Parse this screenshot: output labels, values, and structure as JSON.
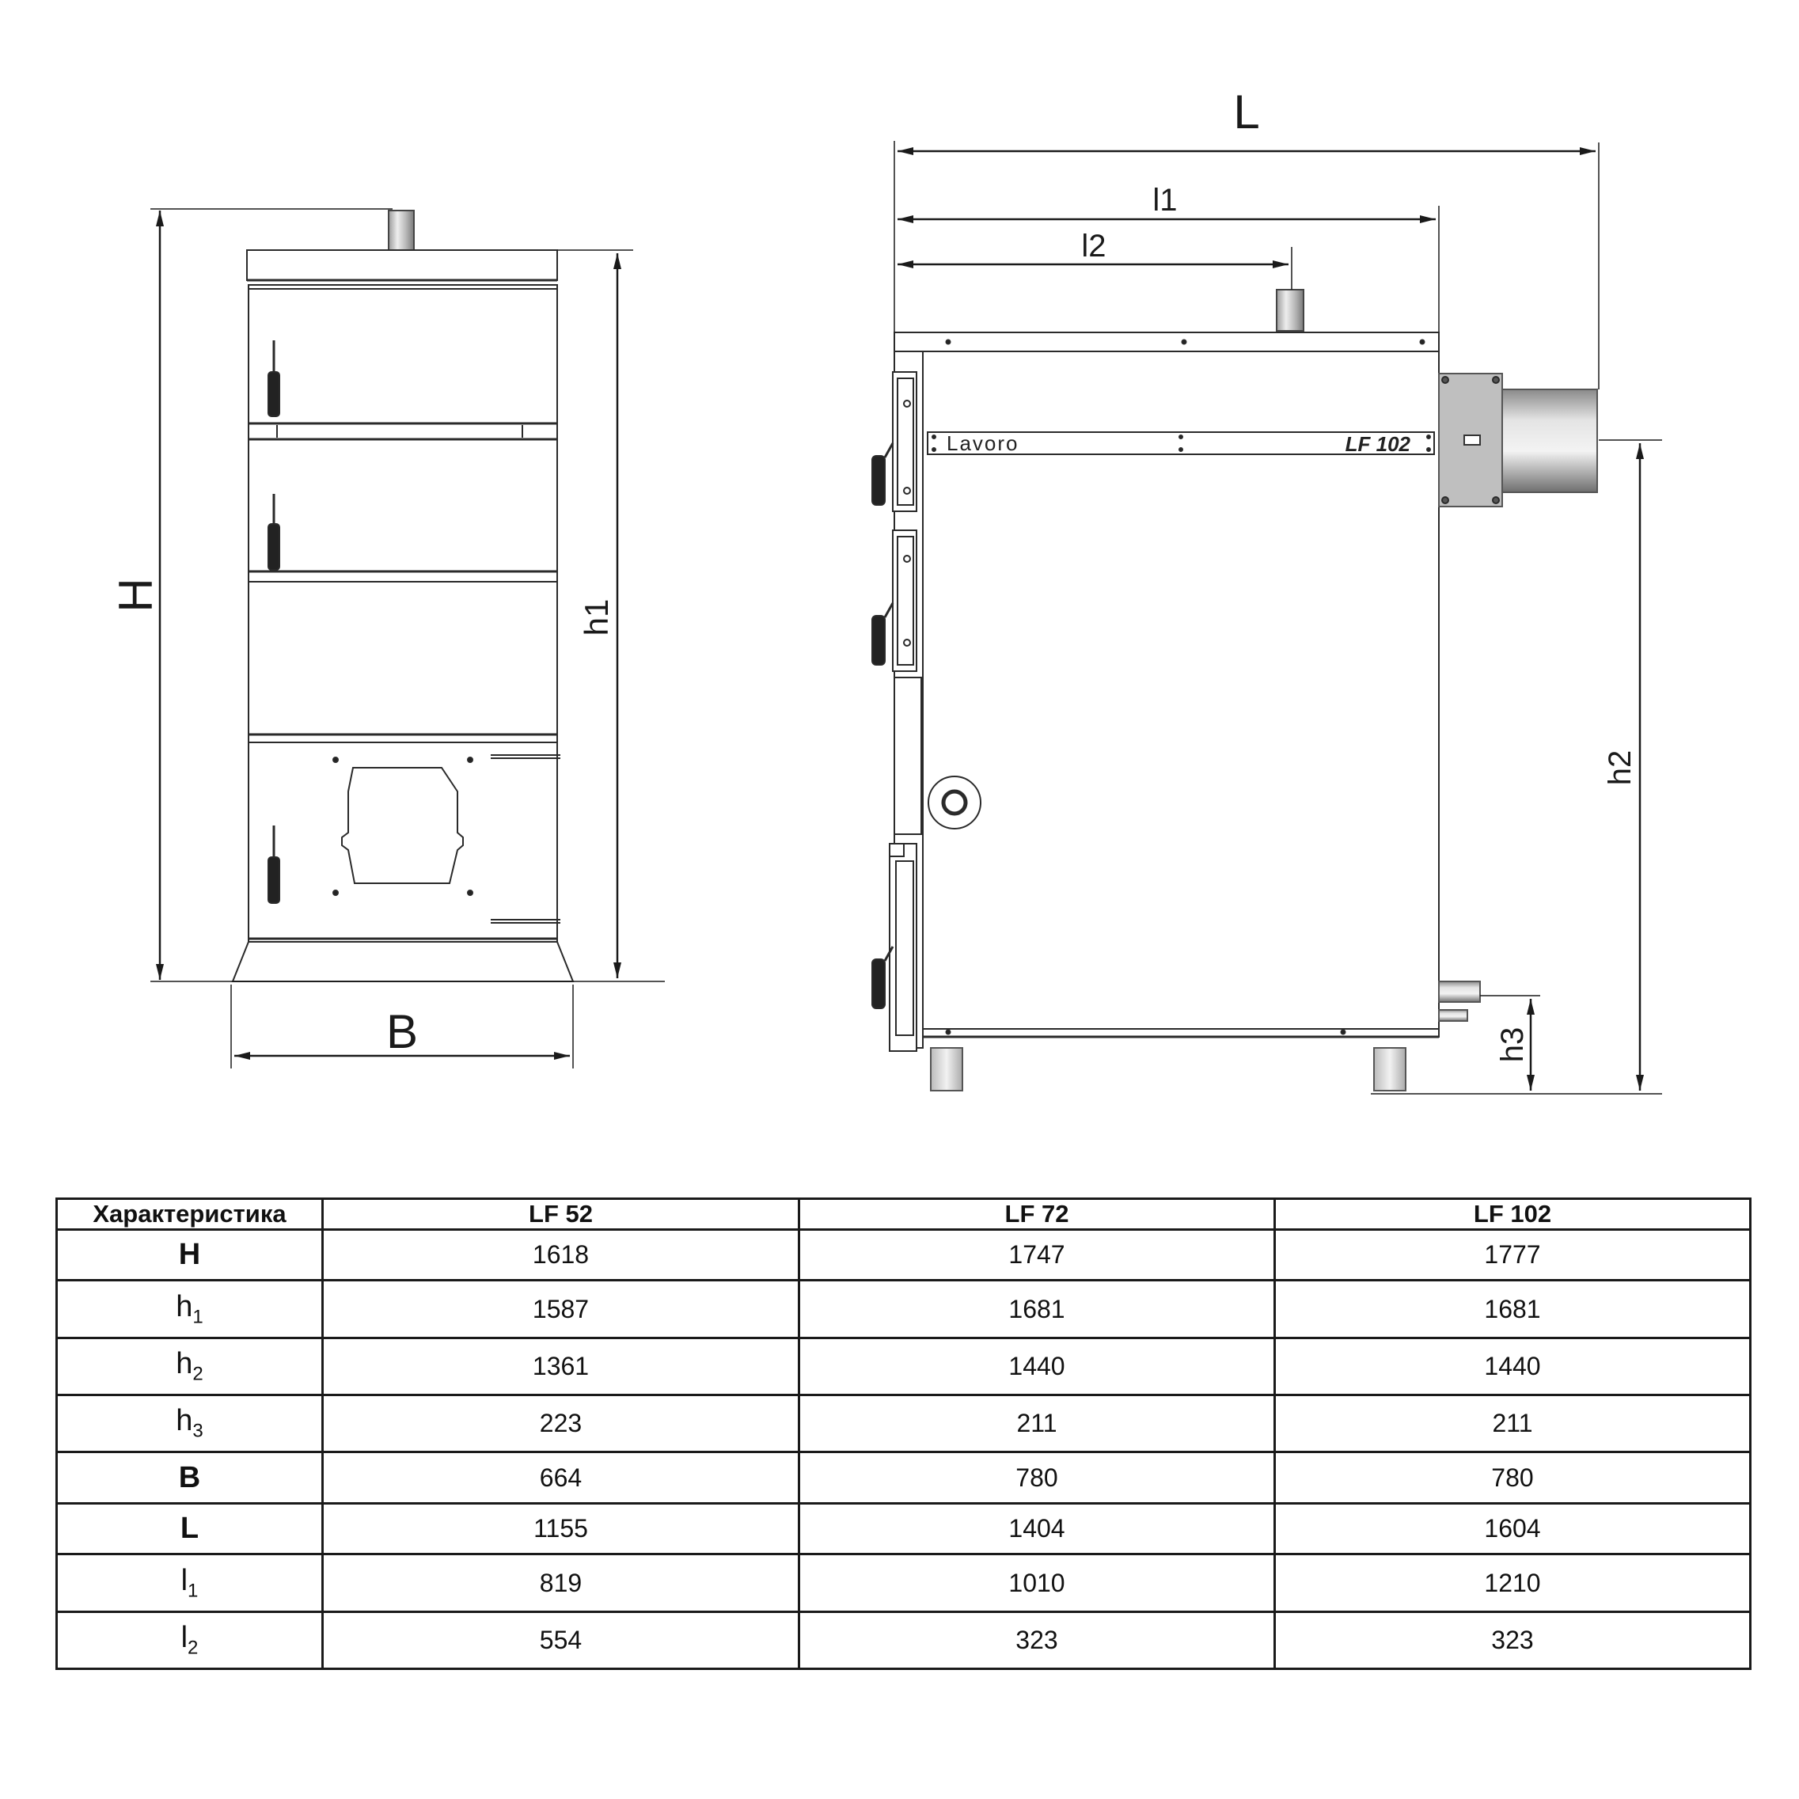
{
  "dimensions": {
    "H": "H",
    "h1": "h1",
    "h2": "h2",
    "h3": "h3",
    "B": "B",
    "L": "L",
    "l1": "l1",
    "l2": "l2"
  },
  "boiler_label": {
    "brand": "Lavoro",
    "model": "LF 102"
  },
  "table": {
    "header": [
      "Характеристика",
      "LF 52",
      "LF 72",
      "LF 102"
    ],
    "rows": [
      {
        "param": "H",
        "sub": "",
        "bold": true,
        "values": [
          "1618",
          "1747",
          "1777"
        ]
      },
      {
        "param": "h",
        "sub": "1",
        "bold": false,
        "values": [
          "1587",
          "1681",
          "1681"
        ]
      },
      {
        "param": "h",
        "sub": "2",
        "bold": false,
        "values": [
          "1361",
          "1440",
          "1440"
        ]
      },
      {
        "param": "h",
        "sub": "3",
        "bold": false,
        "values": [
          "223",
          "211",
          "211"
        ]
      },
      {
        "param": "B",
        "sub": "",
        "bold": true,
        "values": [
          "664",
          "780",
          "780"
        ]
      },
      {
        "param": "L",
        "sub": "",
        "bold": true,
        "values": [
          "1155",
          "1404",
          "1604"
        ]
      },
      {
        "param": "l",
        "sub": "1",
        "bold": false,
        "values": [
          "819",
          "1010",
          "1210"
        ]
      },
      {
        "param": "l",
        "sub": "2",
        "bold": false,
        "values": [
          "554",
          "323",
          "323"
        ]
      }
    ]
  }
}
